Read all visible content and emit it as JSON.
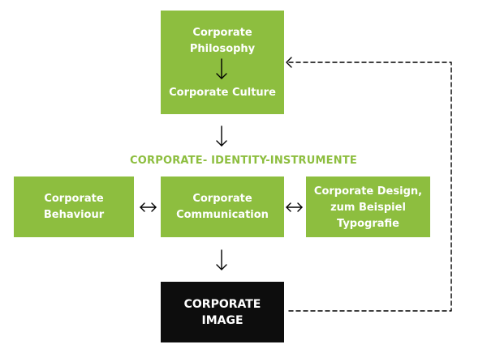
{
  "colors": {
    "green": "#8dbe3f",
    "black": "#0d0d0d",
    "text": "#ffffff",
    "caption": "#8dbe3f"
  },
  "philosophy_box": {
    "top_line1": "Corporate",
    "top_line2": "Philosophy",
    "bottom_line": "Corporate Culture"
  },
  "caption": "CORPORATE- IDENTITY-INSTRUMENTE",
  "behaviour_box": {
    "line1": "Corporate",
    "line2": "Behaviour"
  },
  "communication_box": {
    "line1": "Corporate",
    "line2": "Communication"
  },
  "design_box": {
    "line1": "Corporate Design,",
    "line2": "zum Beispiel",
    "line3": "Typografie"
  },
  "image_box": {
    "line1": "CORPORATE",
    "line2": "IMAGE"
  }
}
